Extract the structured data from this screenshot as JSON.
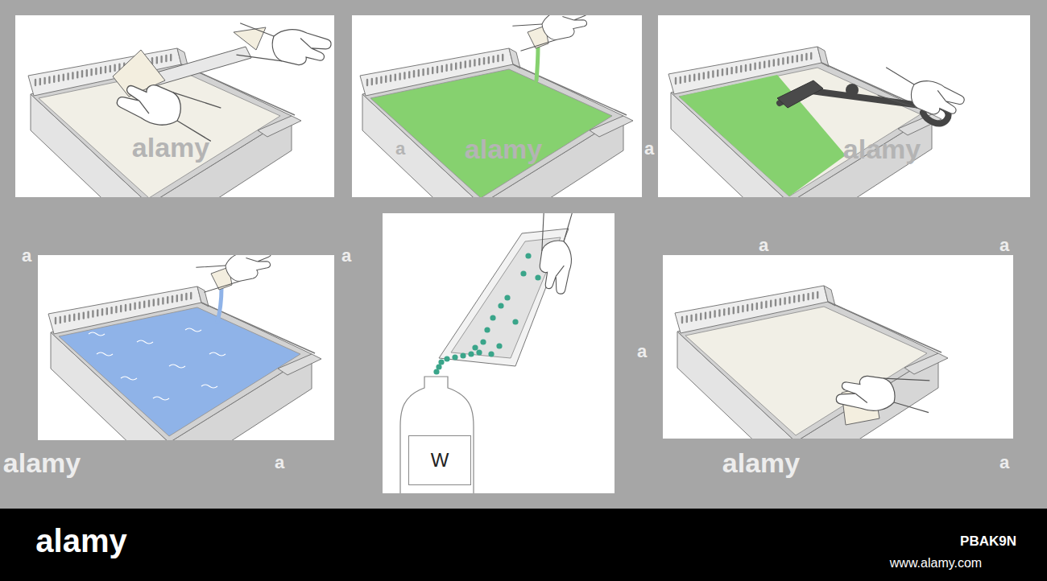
{
  "diagram": {
    "nodes": [
      {
        "text": [
          "W"
        ]
      }
    ],
    "labels": [
      "alamy",
      "a",
      "alamy",
      "a",
      "alamy",
      "a",
      "a",
      "a",
      "a",
      "a",
      "alamy",
      "a",
      "alamy",
      "a",
      "alamy",
      "www.alamy.com",
      "PBAK9N"
    ]
  }
}
